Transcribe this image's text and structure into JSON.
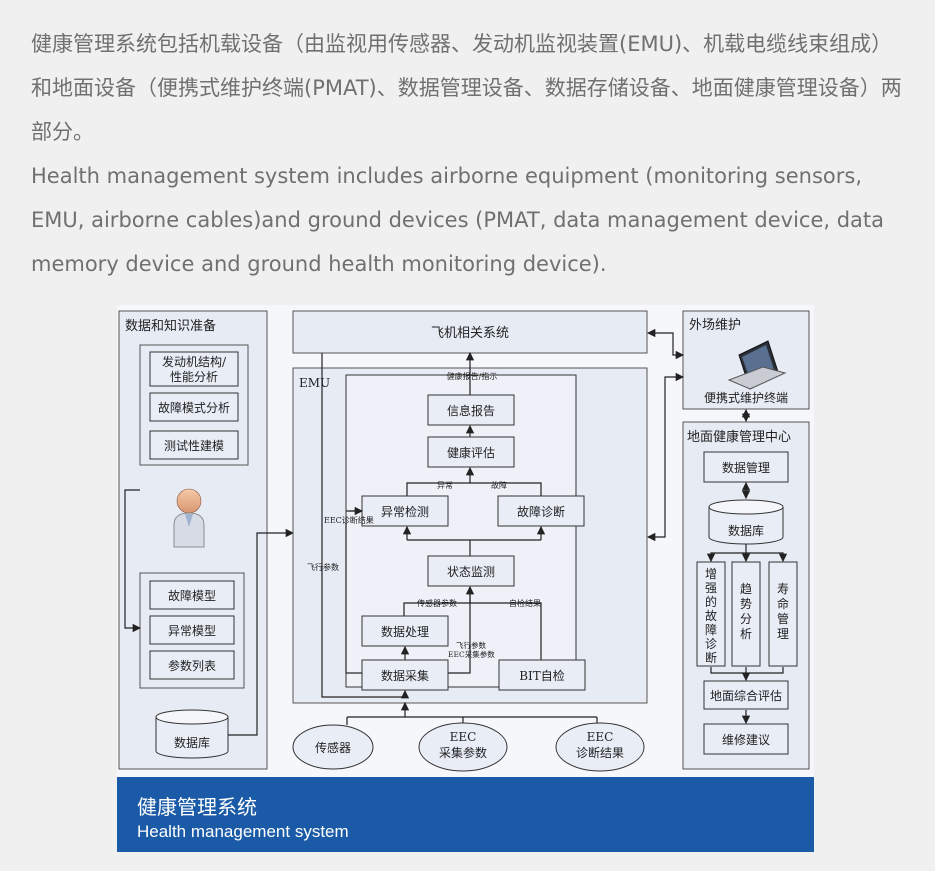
{
  "intro": {
    "zh": "健康管理系统包括机载设备（由监视用传感器、发动机监视装置(EMU)、机载电缆线束组成）和地面设备（便携式维护终端(PMAT)、数据管理设备、数据存储设备、地面健康管理设备）两部分。",
    "en": "Health management system includes airborne equipment (monitoring sensors, EMU, airborne cables)and ground devices (PMAT, data management device, data memory device and ground health monitoring device)."
  },
  "diagram": {
    "left_panel": {
      "title": "数据和知识准备",
      "engine_structure": [
        "发动机结构/",
        "性能分析"
      ],
      "fault_mode_analysis": "故障模式分析",
      "testability_modeling": "测试性建模",
      "fault_model": "故障模型",
      "anomaly_model": "异常模型",
      "parameter_list": "参数列表",
      "database": "数据库"
    },
    "aircraft_systems": "飞机相关系统",
    "emu": {
      "label": "EMU",
      "health_report_label": "健康报告/指示",
      "info_report": "信息报告",
      "health_assessment": "健康评估",
      "anomaly_label": "异常",
      "fault_label": "故障",
      "eec_diag_label": "EEC诊断结果",
      "anomaly_detection": "异常检测",
      "fault_diagnosis": "故障诊断",
      "flight_params_label": "飞行参数",
      "status_monitoring": "状态监测",
      "sensor_params_label": "传感器参数",
      "self_test_result_label": "自检结果",
      "data_processing": "数据处理",
      "flight_params_label2": "飞行参数",
      "eec_collect_label": "EEC采集参数",
      "data_acquisition": "数据采集",
      "bit": "BIT自检"
    },
    "inputs": {
      "sensor": "传感器",
      "eec_collect": [
        "EEC",
        "采集参数"
      ],
      "eec_diag": [
        "EEC",
        "诊断结果"
      ]
    },
    "field_maintenance": {
      "title": "外场维护",
      "terminal": "便携式维护终端"
    },
    "ground_center": {
      "title": "地面健康管理中心",
      "data_management": "数据管理",
      "database": "数据库",
      "enhanced_diagnosis": [
        "增",
        "强",
        "的",
        "故",
        "障",
        "诊",
        "断"
      ],
      "trend_analysis": [
        "趋",
        "势",
        "分",
        "析"
      ],
      "life_management": [
        "寿",
        "命",
        "管",
        "理"
      ],
      "ground_assessment": "地面综合评估",
      "maintenance_advice": "维修建议"
    }
  },
  "caption": {
    "zh": "健康管理系统",
    "en": "Health management system"
  }
}
